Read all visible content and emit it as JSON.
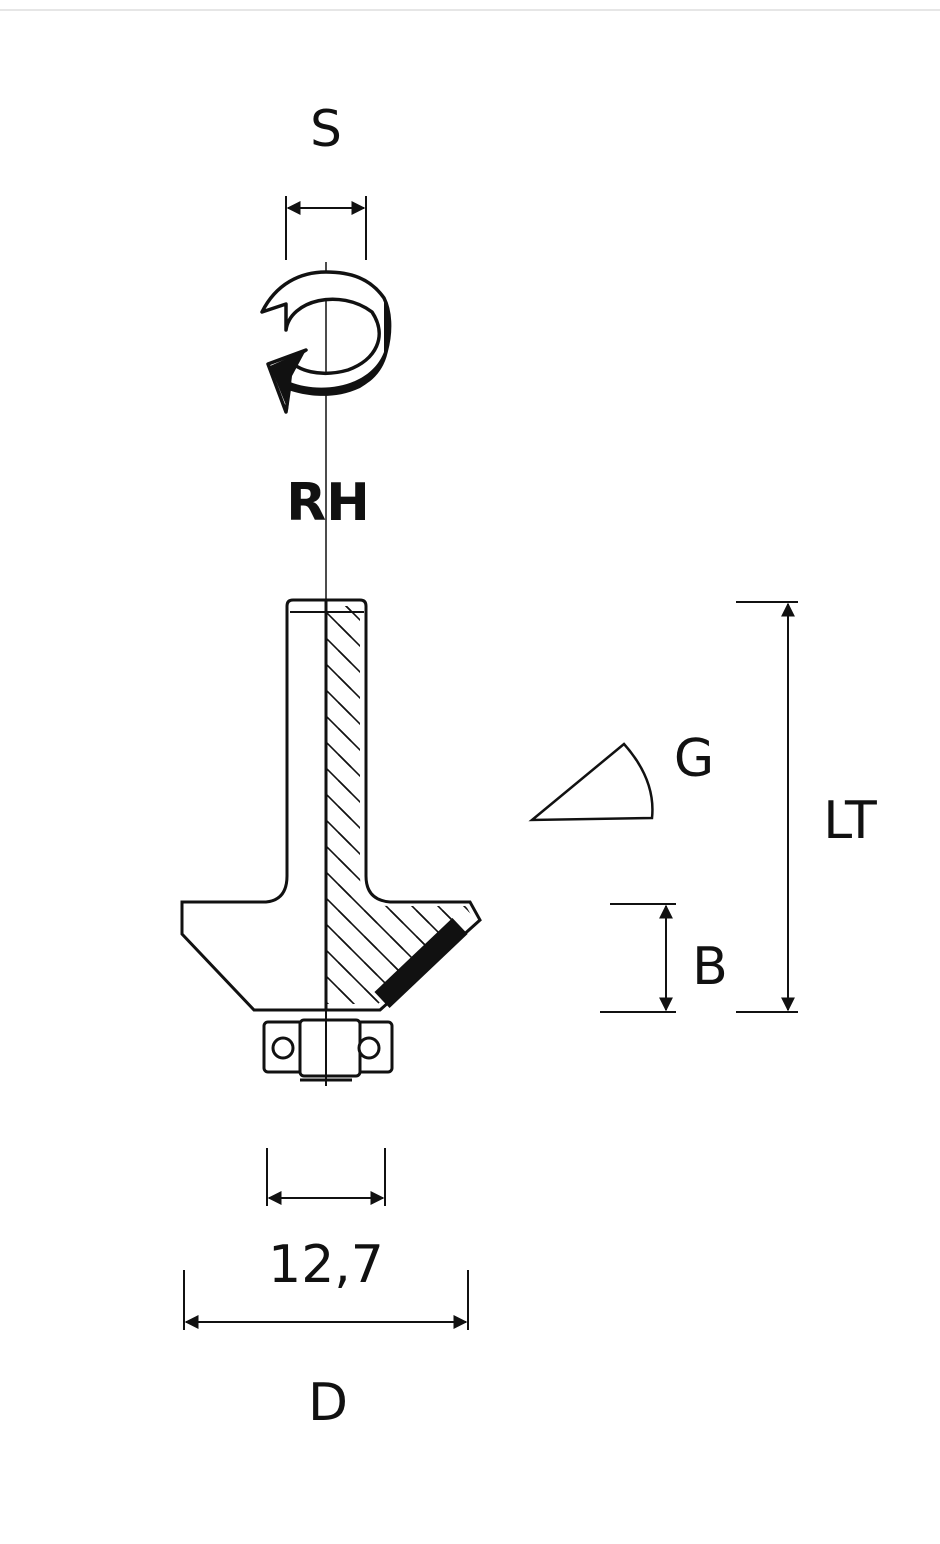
{
  "labels": {
    "shank_diameter": "S",
    "rotation": "RH",
    "angle": "G",
    "total_length": "LT",
    "cutting_height": "B",
    "bearing_diameter": "12,7",
    "cutting_diameter": "D"
  },
  "colors": {
    "ink": "#111111",
    "background": "#ffffff"
  }
}
